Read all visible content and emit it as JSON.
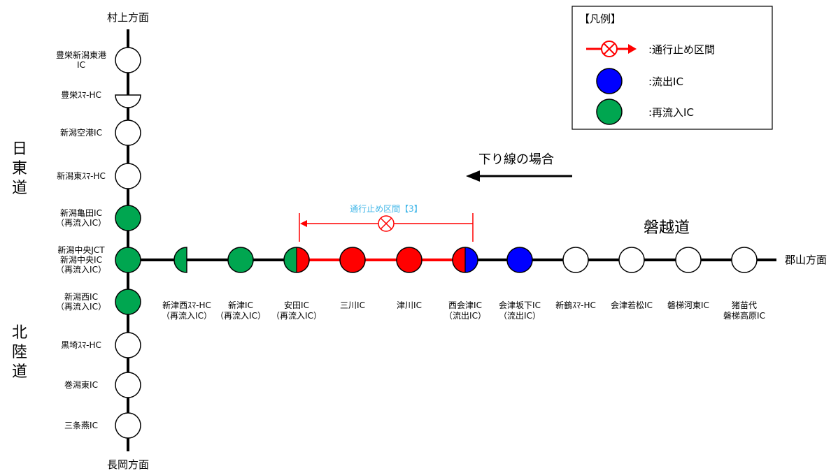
{
  "legend": {
    "title": "【凡例】",
    "closed": ":通行止め区間",
    "exit": ":流出IC",
    "reentry": ":再流入IC"
  },
  "directions": {
    "north": "村上方面",
    "south": "長岡方面",
    "east": "郡山方面",
    "case": "下り線の場合"
  },
  "routes": {
    "nihonkai_tohoku": "日東道",
    "hokuriku": "北陸道",
    "banetsu": "磐越道"
  },
  "closure": {
    "label": "通行止め区間【3】"
  },
  "colors": {
    "closed": "#ff0000",
    "exit": "#0000ff",
    "reentry": "#00a650",
    "normal": "#ffffff",
    "line": "#000000",
    "annotation": "#3fb6e8"
  },
  "vertical_ics": [
    {
      "lines": [
        "豊栄新潟東港",
        "IC"
      ],
      "state": "normal"
    },
    {
      "lines": [
        "豊栄ｽﾏ-HC"
      ],
      "state": "normal-half"
    },
    {
      "lines": [
        "新潟空港IC"
      ],
      "state": "normal"
    },
    {
      "lines": [
        "新潟東ｽﾏ-HC"
      ],
      "state": "normal"
    },
    {
      "lines": [
        "新潟亀田IC",
        "（再流入IC）"
      ],
      "state": "reentry"
    },
    {
      "lines": [
        "新潟中央JCT",
        "新潟中央IC",
        "（再流入IC）"
      ],
      "state": "reentry"
    },
    {
      "lines": [
        "新潟西IC",
        "（再流入IC）"
      ],
      "state": "reentry"
    },
    {
      "lines": [
        "黒埼ｽﾏ-HC"
      ],
      "state": "normal"
    },
    {
      "lines": [
        "巻潟東IC"
      ],
      "state": "normal"
    },
    {
      "lines": [
        "三条燕IC"
      ],
      "state": "normal"
    }
  ],
  "horizontal_ics": [
    {
      "lines": [
        "新津西ｽﾏ-HC",
        "（再流入IC）"
      ],
      "state": "reentry-half"
    },
    {
      "lines": [
        "新津IC",
        "（再流入IC）"
      ],
      "state": "reentry"
    },
    {
      "lines": [
        "安田IC",
        "（再流入IC）"
      ],
      "state": "reentry-closed"
    },
    {
      "lines": [
        "三川IC"
      ],
      "state": "closed"
    },
    {
      "lines": [
        "津川IC"
      ],
      "state": "closed"
    },
    {
      "lines": [
        "西会津IC",
        "（流出IC）"
      ],
      "state": "closed-exit"
    },
    {
      "lines": [
        "会津坂下IC",
        "（流出IC）"
      ],
      "state": "exit"
    },
    {
      "lines": [
        "新鶴ｽﾏ-HC"
      ],
      "state": "normal"
    },
    {
      "lines": [
        "会津若松IC"
      ],
      "state": "normal"
    },
    {
      "lines": [
        "磐梯河東IC"
      ],
      "state": "normal"
    },
    {
      "lines": [
        "猪苗代",
        "磐梯高原IC"
      ],
      "state": "normal"
    }
  ]
}
